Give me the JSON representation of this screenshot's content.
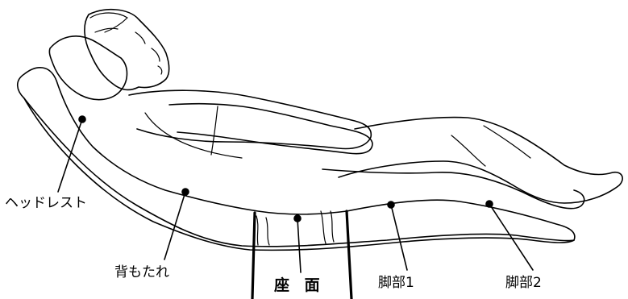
{
  "labels": {
    "headrest": "ヘッドレスト",
    "backrest": "背もたれ",
    "seat": "座 面",
    "leg1": "脚部1",
    "leg2": "脚部2"
  }
}
